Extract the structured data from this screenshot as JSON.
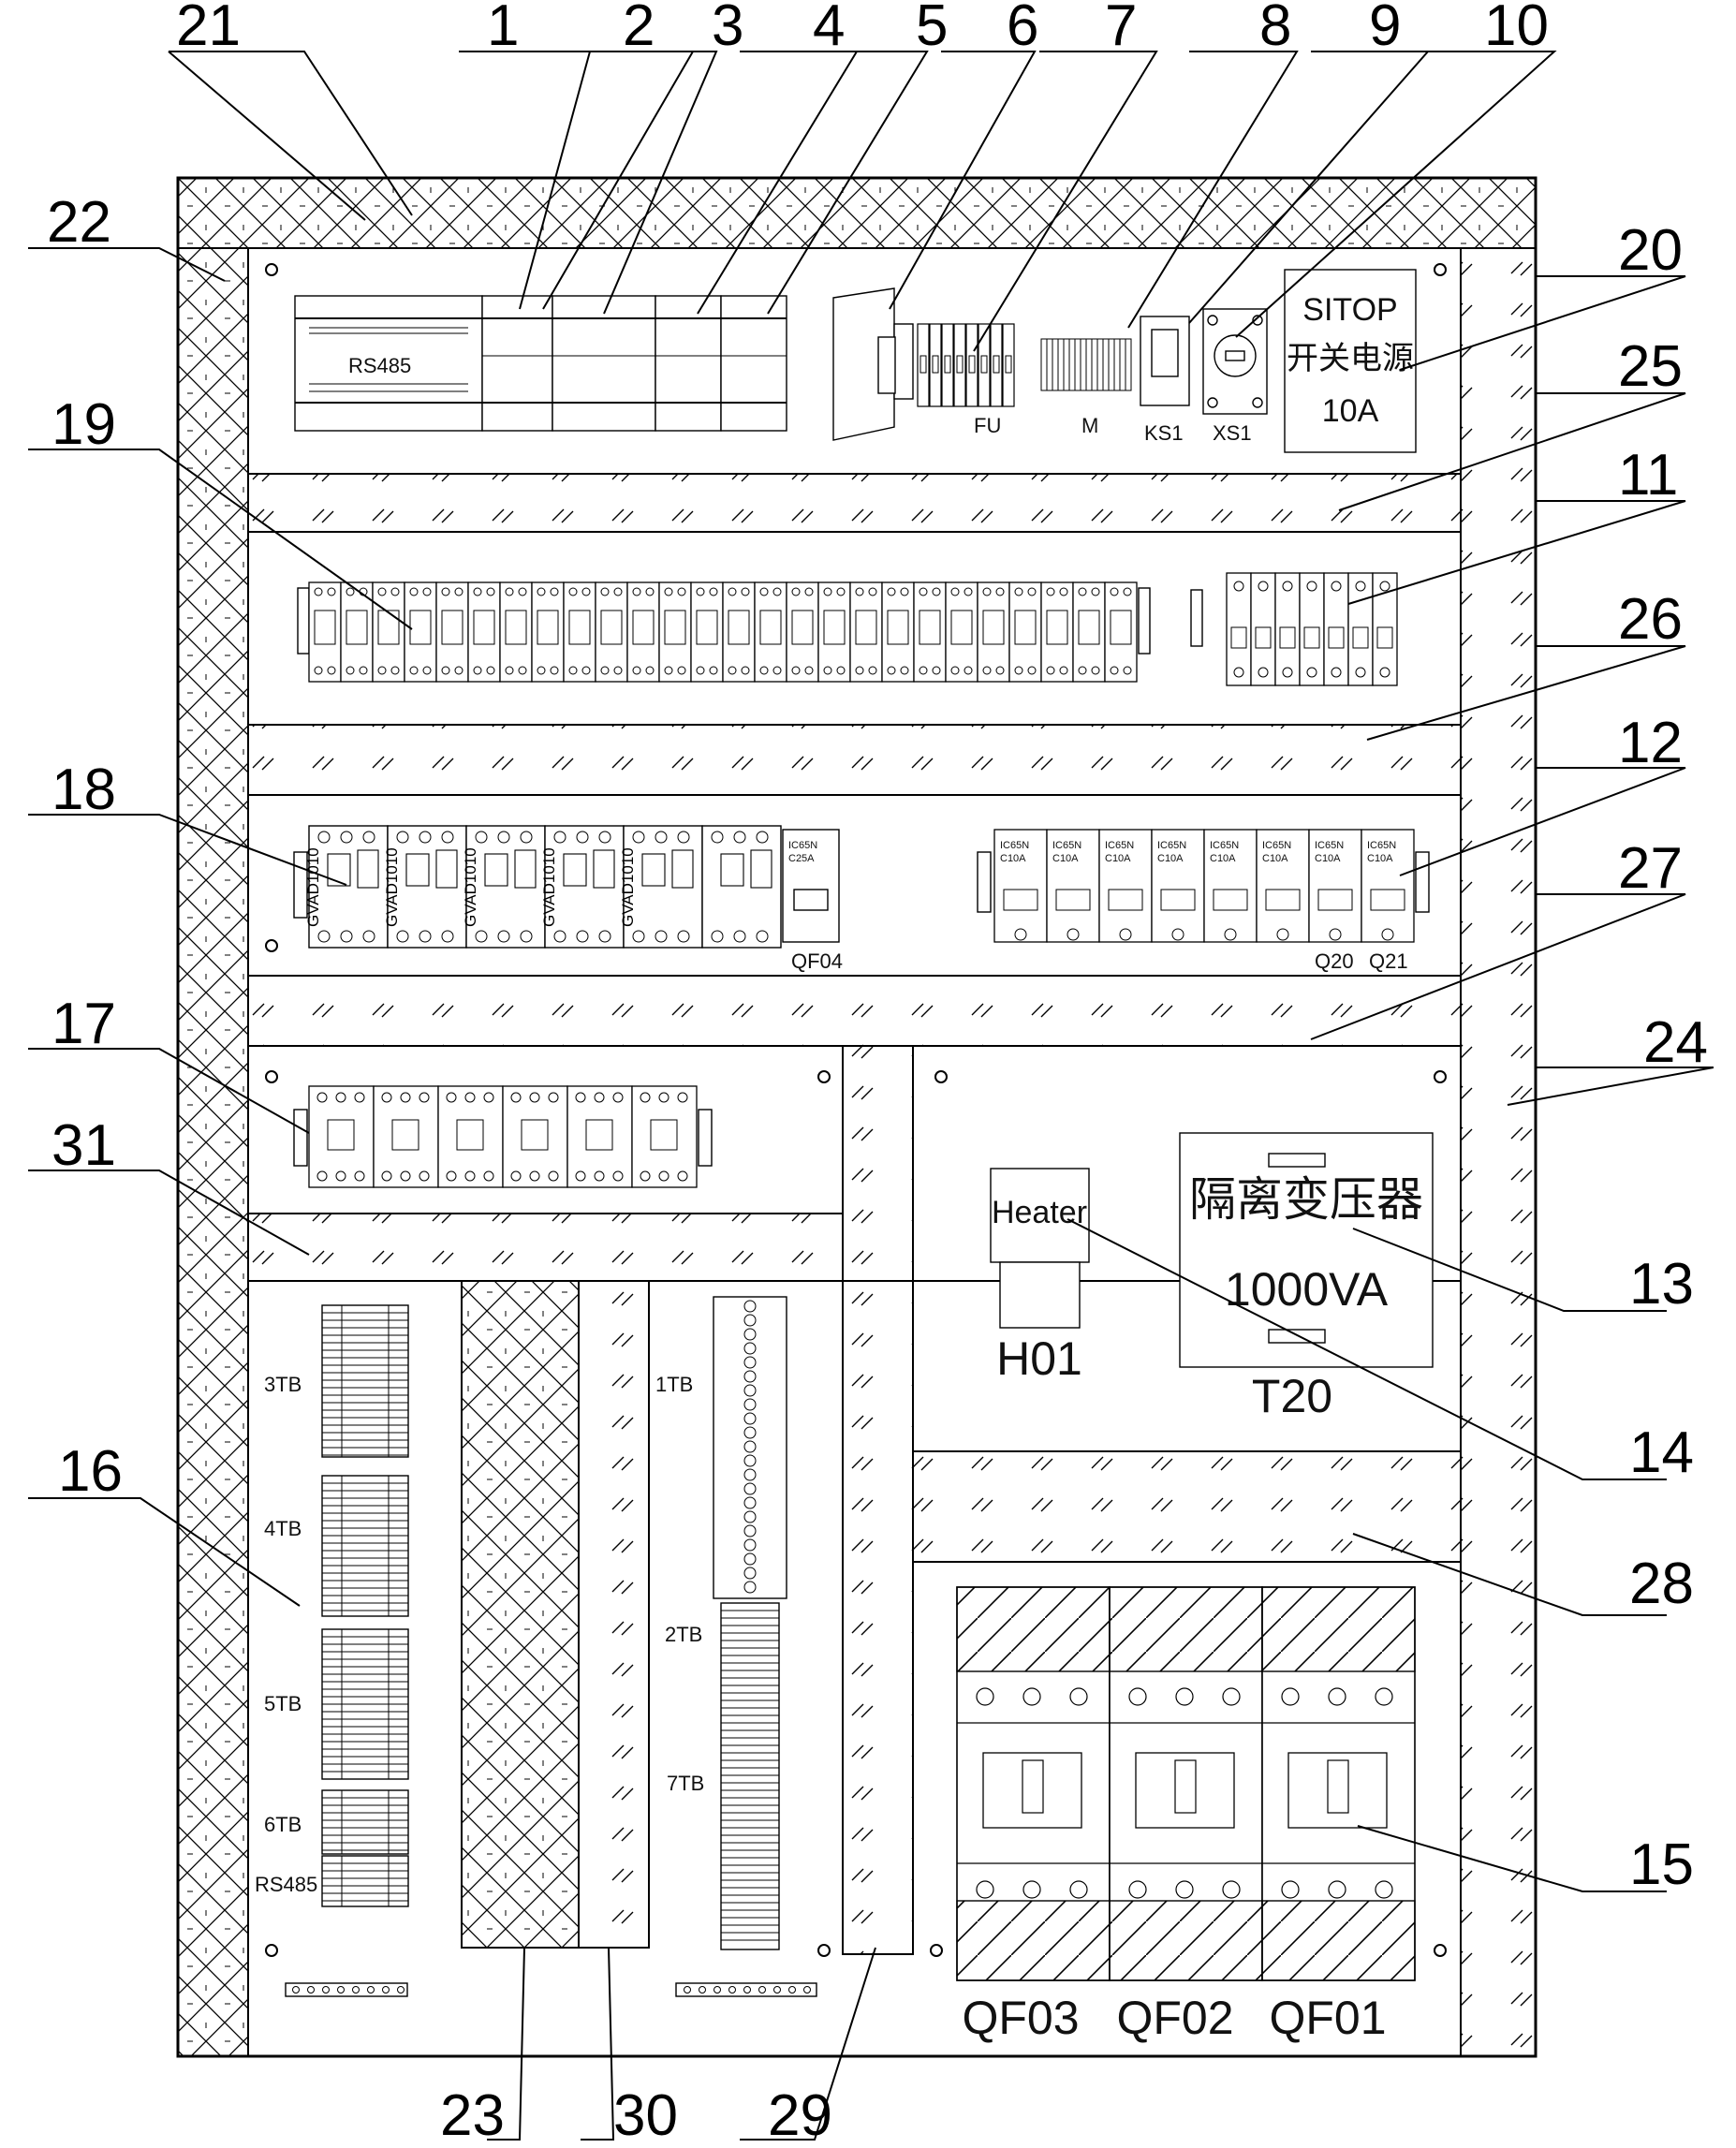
{
  "callouts": [
    "1",
    "2",
    "3",
    "4",
    "5",
    "6",
    "7",
    "8",
    "9",
    "10",
    "11",
    "12",
    "13",
    "14",
    "15",
    "16",
    "17",
    "18",
    "19",
    "20",
    "21",
    "22",
    "23",
    "24",
    "25",
    "26",
    "27",
    "28",
    "29",
    "30",
    "31"
  ],
  "labels": {
    "plc_port": "RS485",
    "fuse": "FU",
    "module_m": "M",
    "ks1": "KS1",
    "xs1": "XS1",
    "psu_line1": "SITOP",
    "psu_line2": "开关电源",
    "psu_line3": "10A",
    "qf04": "QF04",
    "qf04_spec1": "IC65N",
    "qf04_spec2": "C25A",
    "breaker_spec1": "IC65N",
    "breaker_spec2": "C10A",
    "q20": "Q20",
    "q21": "Q21",
    "contactor_model": "GVAD1010",
    "heater": "Heater",
    "h01": "H01",
    "transformer_line1": "隔离变压器",
    "transformer_line2": "1000VA",
    "t20": "T20",
    "tb3": "3TB",
    "tb4": "4TB",
    "tb5": "5TB",
    "tb6": "6TB",
    "tb_rs485": "RS485",
    "tb1": "1TB",
    "tb2": "2TB",
    "tb7": "7TB",
    "qf03": "QF03",
    "qf02": "QF02",
    "qf01": "QF01"
  }
}
